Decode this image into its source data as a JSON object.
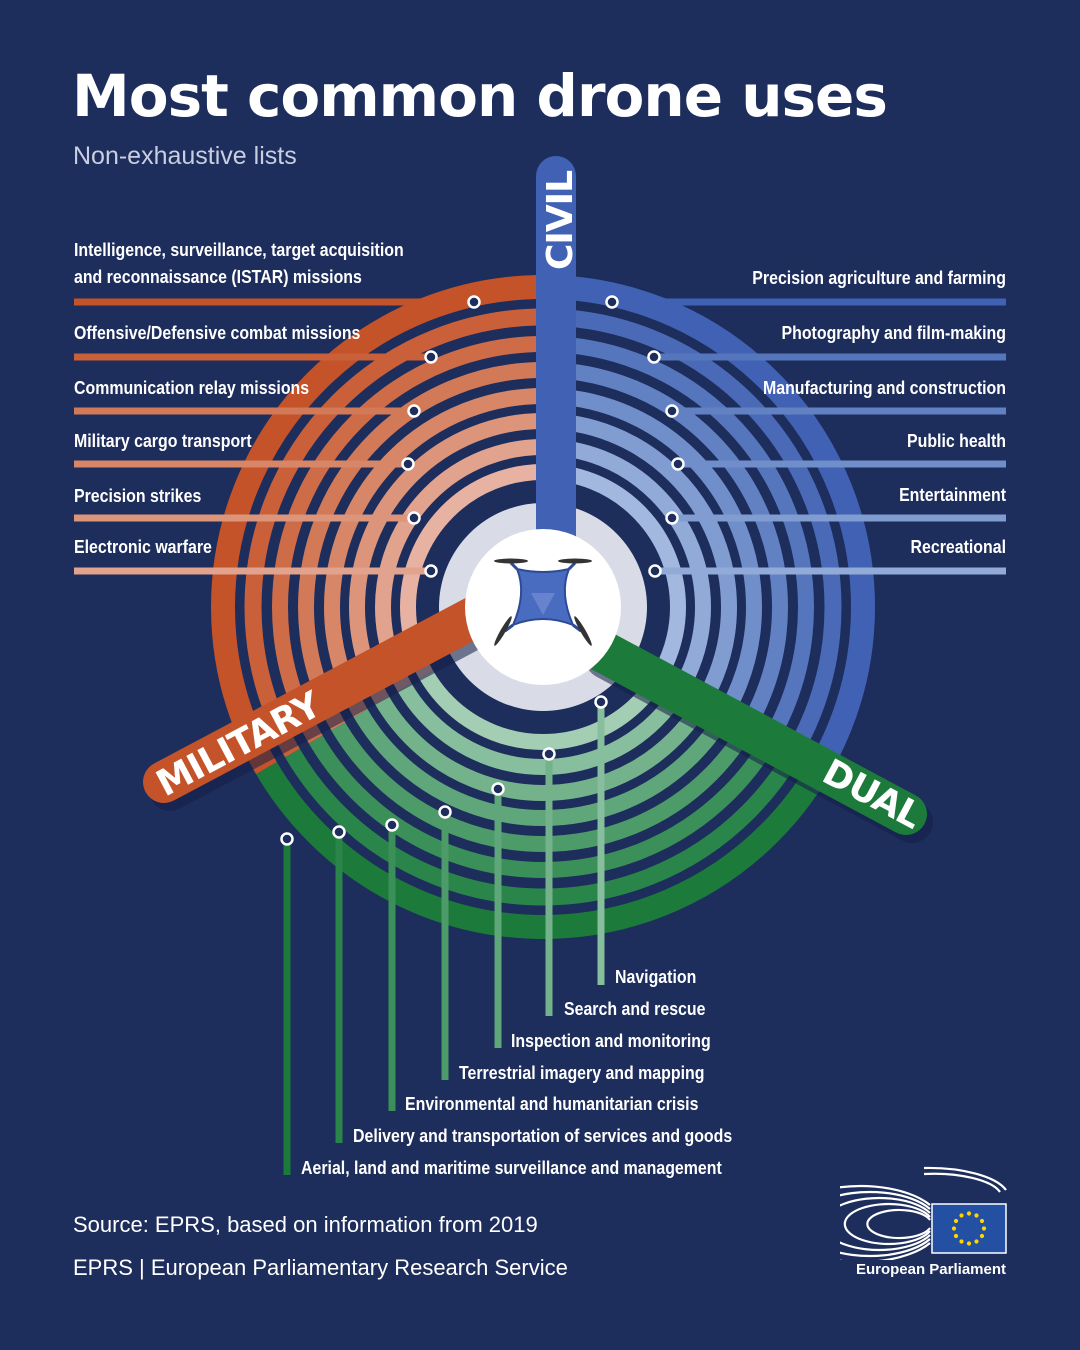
{
  "title": "Most common drone uses",
  "subtitle": "Non-exhaustive lists",
  "categories": {
    "civil": {
      "label": "CIVIL",
      "color": "#4162b4",
      "items": [
        "Precision agriculture and farming",
        "Photography and film-making",
        "Manufacturing and construction",
        "Public health",
        "Entertainment",
        "Recreational"
      ]
    },
    "military": {
      "label": "MILITARY",
      "color": "#c4532a",
      "items": [
        "Intelligence, surveillance, target acquisition",
        "and reconnaissance (ISTAR) missions",
        "Offensive/Defensive combat missions",
        "Communication relay missions",
        "Military cargo transport",
        "Precision strikes",
        "Electronic warfare"
      ]
    },
    "dual": {
      "label": "DUAL",
      "color": "#1c7a3b",
      "items": [
        "Navigation",
        "Search and rescue",
        "Inspection and monitoring",
        "Terrestrial imagery and mapping",
        "Environmental and humanitarian crisis",
        "Delivery and transportation of services and goods",
        "Aerial, land and maritime surveillance and management"
      ]
    }
  },
  "center_icon": "drone-icon",
  "footer": {
    "source": "Source: EPRS, based on information from 2019",
    "org": "EPRS |  European Parliamentary Research Service",
    "logo_label": "European Parliament",
    "logo_icon": "european-parliament-logo"
  }
}
